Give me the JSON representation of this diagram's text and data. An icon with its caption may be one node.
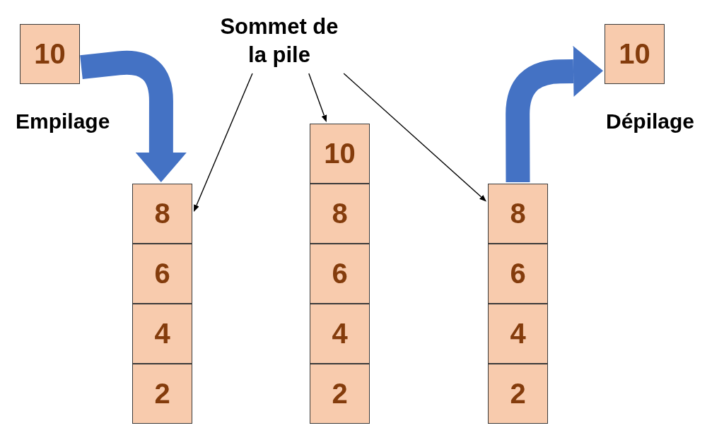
{
  "diagram": {
    "nodes": [
      {
        "text": [
          "10"
        ]
      },
      {
        "text": [
          "Sommet de la pile"
        ]
      },
      {
        "text": [
          "8"
        ]
      },
      {
        "text": [
          "6"
        ]
      },
      {
        "text": [
          "4"
        ]
      },
      {
        "text": [
          "2"
        ]
      },
      {
        "text": [
          "10"
        ]
      },
      {
        "text": [
          "8"
        ]
      },
      {
        "text": [
          "6"
        ]
      },
      {
        "text": [
          "4"
        ]
      },
      {
        "text": [
          "2"
        ]
      },
      {
        "text": [
          "8"
        ]
      },
      {
        "text": [
          "6"
        ]
      },
      {
        "text": [
          "4"
        ]
      },
      {
        "text": [
          "2"
        ]
      },
      {
        "text": [
          "10"
        ]
      }
    ],
    "edges": [
      {
        "from": 0,
        "to": 2,
        "arrow": "to",
        "style": "thick",
        "color": "#4472c4"
      },
      {
        "from": 11,
        "to": 15,
        "arrow": "to",
        "style": "thick",
        "color": "#4472c4"
      },
      {
        "from": 1,
        "to": 2,
        "arrow": "to"
      },
      {
        "from": 1,
        "to": 6,
        "arrow": "to"
      },
      {
        "from": 1,
        "to": 11,
        "arrow": "to"
      }
    ],
    "labels": [
      "Empilage",
      "Dépilage"
    ]
  }
}
